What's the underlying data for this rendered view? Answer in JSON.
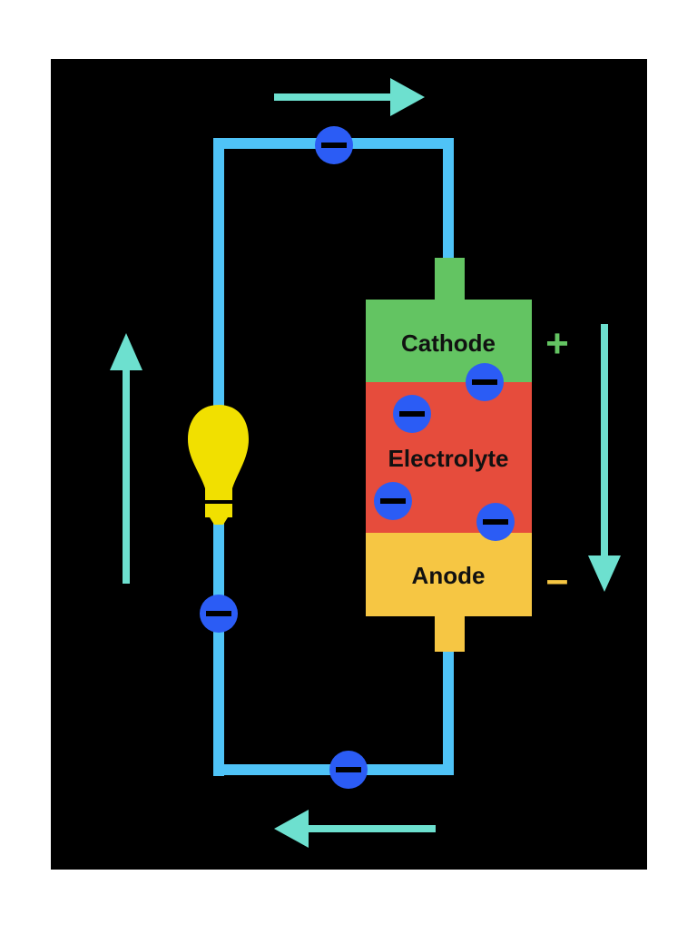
{
  "labels": {
    "cathode": "Cathode",
    "electrolyte": "Electrolyte",
    "anode": "Anode",
    "positive": "+",
    "negative": "–"
  },
  "colors": {
    "background": "#000000",
    "wire": "#4fc3f7",
    "arrow": "#6de0cf",
    "cathode": "#63c462",
    "electrolyte": "#e64c3c",
    "anode": "#f6c643",
    "electron": "#2b5cf5",
    "bulb": "#f1e000",
    "positive_sign": "#63c462",
    "negative_sign": "#f6c643"
  },
  "icons": {
    "bulb": "light-bulb-icon",
    "electron": "electron-minus-icon",
    "arrow": "flow-arrow-icon"
  }
}
